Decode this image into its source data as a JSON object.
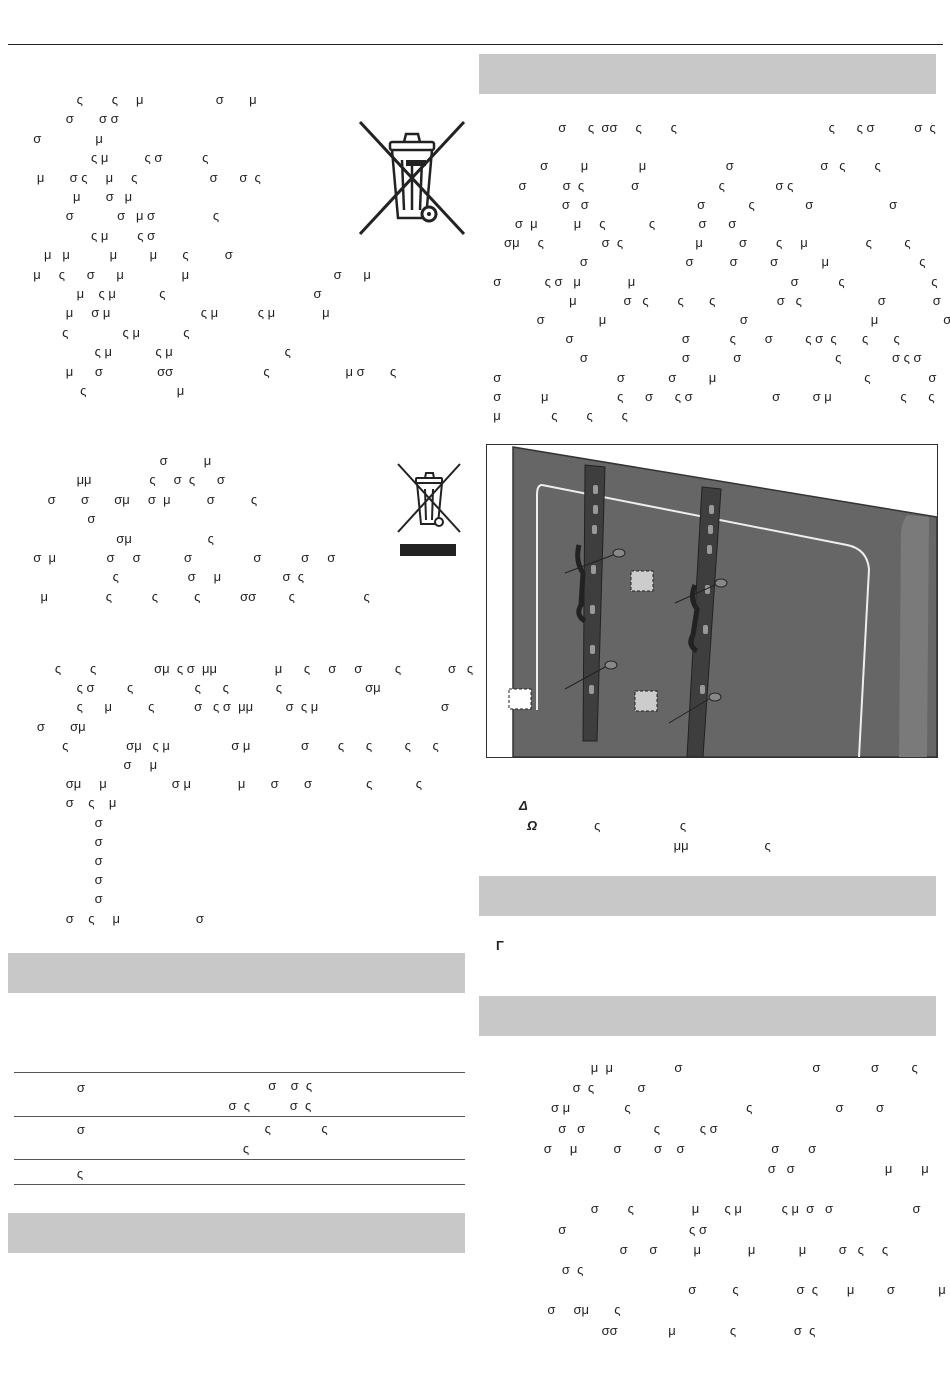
{
  "left_col": {
    "para1": [
      "              ς        ς     μ                    σ       μ",
      "           σ       σ σ",
      "  σ               μ",
      "                  ς μ          ς σ           ς",
      "   μ       σ ς     μ     ς                    σ      σ  ς",
      "             μ       σ   μ",
      "           σ            σ   μ σ                ς",
      "                  ς μ        ς σ",
      "     μ   μ           μ         μ       ς          σ",
      "  μ     ς      σ      μ                μ                                        σ      μ",
      "              μ    ς μ            ς                                         σ",
      "           μ     σ μ                         ς μ           ς μ             μ",
      "          ς               ς μ            ς",
      "                   ς μ            ς μ                               ς",
      "           μ      σ               σσ                         ς                     μ σ       ς",
      "               ς                         μ"
    ],
    "para2": [
      "                                     σ          μ",
      "              μμ                ς     σ  ς      σ",
      "      σ       σ       σμ     σ  μ          σ          ς",
      "                 σ",
      "                         σμ                     ς",
      "  σ  μ              σ     σ            σ                 σ           σ     σ",
      "                        ς                   σ     μ                 σ  ς",
      "    μ                ς           ς          ς           σσ         ς                   ς"
    ],
    "para3": [
      "        ς        ς                σμ  ς σ  μμ                μ      ς     σ     σ         ς             σ   ς",
      "              ς σ         ς                 ς      ς             ς                       σμ",
      "              ς      μ          ς           σ   ς σ  μμ         σ  ς μ                                  σ",
      "   σ       σμ",
      "          ς                σμ   ς μ                 σ μ              σ        ς      ς         ς      ς",
      "                           σ     μ",
      "           σμ     μ                  σ μ             μ       σ       σ               ς            ς",
      "           σ    ς    μ",
      "                   σ",
      "                   σ",
      "                   σ",
      "                   σ",
      "                   σ",
      "           σ    ς     μ                     σ"
    ],
    "bar1_label": "",
    "table": [
      {
        "col1": "        σ",
        "col2a": "                                                   σ    σ  ς",
        "col2b": "                                        σ  ς           σ  ς"
      },
      {
        "col1": "        σ",
        "col2a": "                                                  ς              ς",
        "col2b": "                                            ς"
      },
      {
        "col1": "        ς",
        "col2a": "",
        "col2b": ""
      }
    ],
    "bar2_label": ""
  },
  "right_col": {
    "bar1_label": "",
    "para1": [
      "                    σ      ς  σσ     ς        ς                                          ς      ς σ           σ  ς",
      "",
      "               σ         μ              μ                      σ                        σ   ς        ς",
      "         σ          σ  ς             σ                      ς              σ ς",
      "                     σ   σ                              σ            ς              σ                     σ",
      "        σ  μ          μ     ς            ς            σ      σ",
      "     σμ     ς                σ  ς                    μ          σ        ς     μ                ς         ς",
      "                          σ                           σ          σ         σ            μ                         ς",
      "  σ            ς σ   μ             μ                                           σ           ς                        ς",
      "                       μ             σ   ς        ς       ς                 σ   ς                     σ             σ   σ",
      "              σ               μ                                     σ                                  μ                  σ",
      "                      σ                              σ           ς        σ         ς σ  ς       ς       ς               σ  ς",
      "                          σ                          σ            σ                          ς              σ ς σ",
      "  σ                                σ            σ         μ                                         ς                σ",
      "  σ           μ                   ς      σ      ς σ                      σ         σ μ                   ς      ς",
      "  μ              ς        ς        ς"
    ],
    "caption1": "Δ",
    "caption2a": "Ω",
    "caption2b": "               ς                      ς",
    "caption3": "                                     μμ                     ς",
    "bar2_label": "",
    "gamma": "Γ",
    "bar3_label": "",
    "para2": [
      "                             μ  μ                 σ                                    σ              σ         ς",
      "                        σ  ς            σ",
      "                  σ μ               ς                                ς                       σ         σ",
      "                    σ   σ                   ς           ς σ",
      "                σ     μ          σ         σ    σ                        σ        σ",
      "                                                                              σ   σ                         μ        μ",
      "",
      "                             σ        ς                μ       ς μ           ς μ  σ   σ                      σ",
      "                    σ                                  ς σ",
      "                                     σ      σ          μ             μ            μ         σ   ς     ς",
      "                     σ  ς",
      "                                                        σ          ς                σ  ς        μ         σ            μ",
      "                 σ     σμ       ς",
      "                                σσ              μ               ς                σ  ς"
    ]
  },
  "colors": {
    "bar": "#c8c8c8",
    "text": "#222222",
    "tv": "#666666"
  }
}
